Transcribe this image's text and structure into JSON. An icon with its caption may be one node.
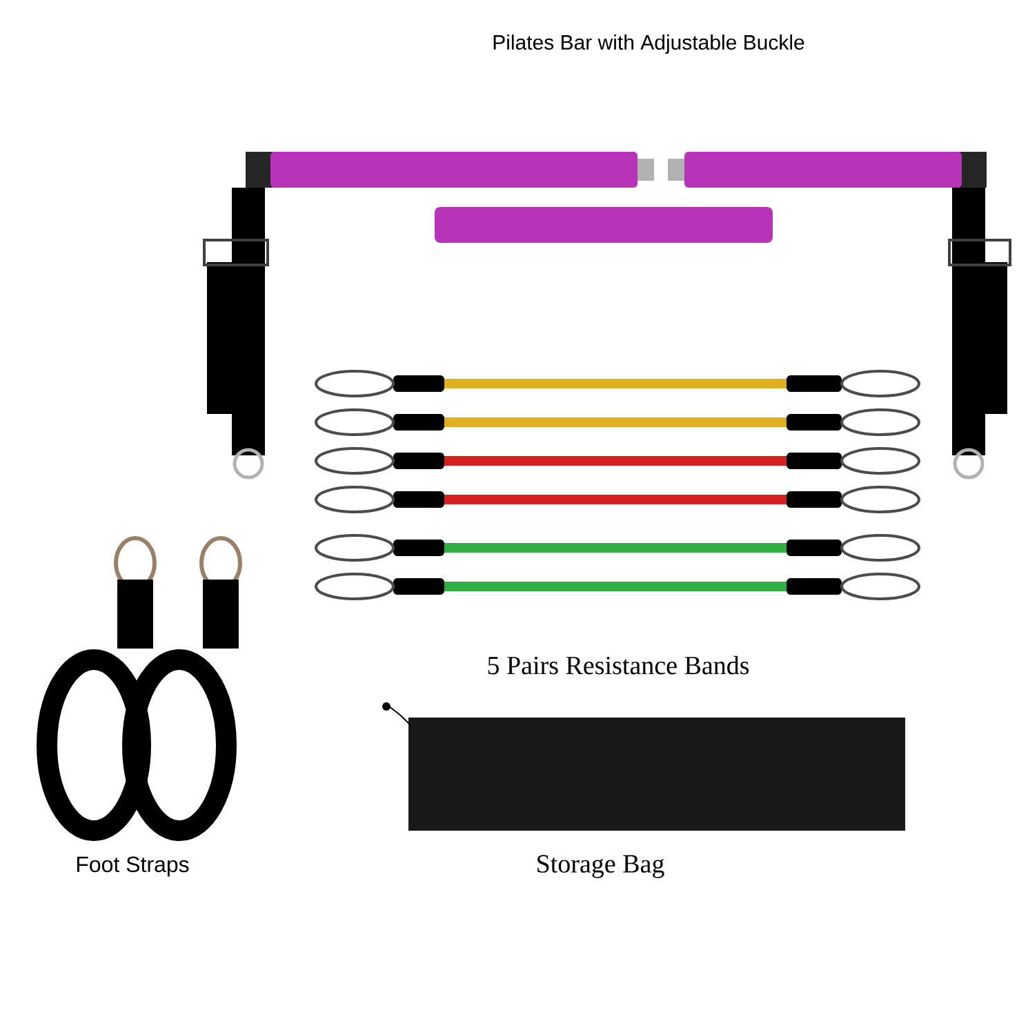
{
  "diagram": {
    "labels": [
      "Pilates Bar with Adjustable Buckle",
      "5 Pairs Resistance Bands",
      "Foot Straps",
      "Storage Bag"
    ]
  }
}
